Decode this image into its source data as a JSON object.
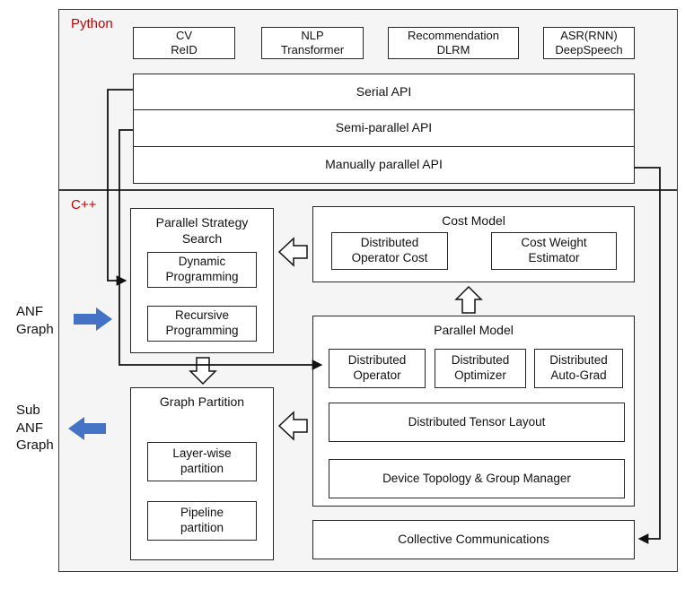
{
  "python_section": {
    "label": "Python",
    "apps": [
      {
        "label": "CV\nReID"
      },
      {
        "label": "NLP\nTransformer"
      },
      {
        "label": "Recommendation\nDLRM"
      },
      {
        "label": "ASR(RNN)\nDeepSpeech"
      }
    ],
    "apis": [
      {
        "label": "Serial API"
      },
      {
        "label": "Semi-parallel API"
      },
      {
        "label": "Manually parallel API"
      }
    ]
  },
  "cpp_section": {
    "label": "C++",
    "parallel_strategy_search": {
      "title": "Parallel Strategy\nSearch",
      "items": [
        {
          "label": "Dynamic\nProgramming"
        },
        {
          "label": "Recursive\nProgramming"
        }
      ]
    },
    "cost_model": {
      "title": "Cost Model",
      "items": [
        {
          "label": "Distributed\nOperator Cost"
        },
        {
          "label": "Cost Weight\nEstimator"
        }
      ]
    },
    "parallel_model": {
      "title": "Parallel Model",
      "row_items": [
        {
          "label": "Distributed\nOperator"
        },
        {
          "label": "Distributed\nOptimizer"
        },
        {
          "label": "Distributed\nAuto-Grad"
        }
      ],
      "wide_items": [
        {
          "label": "Distributed Tensor Layout"
        },
        {
          "label": "Device Topology & Group Manager"
        }
      ]
    },
    "graph_partition": {
      "title": "Graph Partition",
      "items": [
        {
          "label": "Layer-wise\npartition"
        },
        {
          "label": "Pipeline\npartition"
        }
      ]
    },
    "collective_communications": {
      "label": "Collective Communications"
    }
  },
  "side_labels": {
    "input": "ANF\nGraph",
    "output": "Sub\nANF\nGraph"
  },
  "colors": {
    "section_label": "#c00000",
    "flow_arrow_blue": "#4472c4",
    "line_black": "#111111"
  }
}
